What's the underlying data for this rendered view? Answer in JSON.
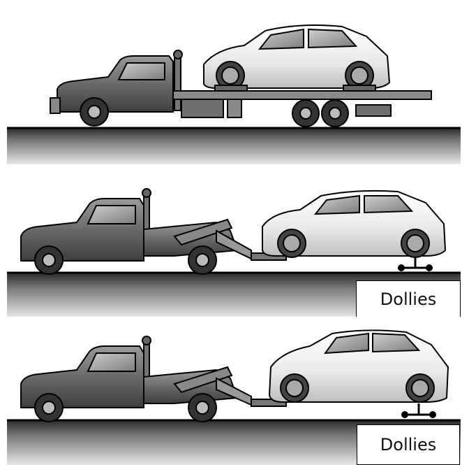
{
  "panels": [
    {
      "method": "flatbed"
    },
    {
      "method": "wheel-lift-with-dollies",
      "dollies_label": "Dollies"
    },
    {
      "method": "wheel-lift-front-raised",
      "dollies_label": "Dollies"
    }
  ]
}
